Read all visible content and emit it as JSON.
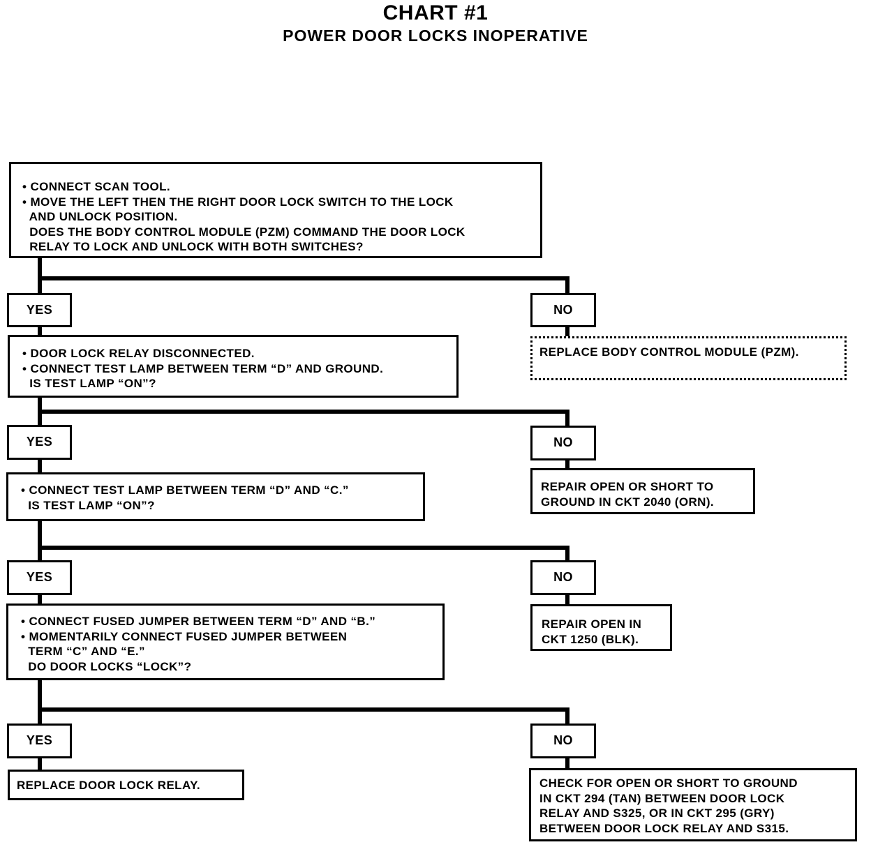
{
  "title": "CHART #1",
  "subtitle": "POWER DOOR LOCKS INOPERATIVE",
  "boxes": {
    "step1": {
      "lines": [
        "• CONNECT SCAN TOOL.",
        "• MOVE THE LEFT THEN THE RIGHT DOOR LOCK SWITCH TO THE LOCK",
        "  AND UNLOCK POSITION.",
        "  DOES THE BODY CONTROL MODULE (PZM) COMMAND THE DOOR LOCK",
        "  RELAY TO LOCK AND UNLOCK WITH BOTH SWITCHES?"
      ]
    },
    "yes1": "YES",
    "no1": "NO",
    "step2": {
      "lines": [
        "• DOOR LOCK RELAY DISCONNECTED.",
        "• CONNECT TEST LAMP BETWEEN TERM “D” AND GROUND.",
        "  IS TEST LAMP “ON”?"
      ]
    },
    "result_no1": {
      "lines": [
        "REPLACE BODY CONTROL MODULE (PZM)."
      ]
    },
    "yes2": "YES",
    "no2": "NO",
    "step3": {
      "lines": [
        "• CONNECT TEST LAMP BETWEEN TERM “D” AND “C.”",
        "  IS TEST LAMP “ON”?"
      ]
    },
    "result_no2": {
      "lines": [
        "REPAIR OPEN OR SHORT TO",
        "GROUND IN CKT 2040 (ORN)."
      ]
    },
    "yes3": "YES",
    "no3": "NO",
    "step4": {
      "lines": [
        "• CONNECT FUSED JUMPER BETWEEN TERM “D” AND “B.”",
        "• MOMENTARILY CONNECT FUSED JUMPER BETWEEN",
        "  TERM “C” AND “E.”",
        "  DO DOOR LOCKS “LOCK”?"
      ]
    },
    "result_no3": {
      "lines": [
        "REPAIR OPEN IN",
        "CKT 1250 (BLK)."
      ]
    },
    "yes4": "YES",
    "no4": "NO",
    "result_yes4": {
      "lines": [
        "REPLACE DOOR LOCK RELAY."
      ]
    },
    "result_no4": {
      "lines": [
        "CHECK FOR OPEN OR SHORT TO GROUND",
        "IN CKT 294 (TAN) BETWEEN DOOR LOCK",
        "RELAY AND S325, OR IN CKT 295 (GRY)",
        "BETWEEN DOOR LOCK RELAY AND S315."
      ]
    }
  }
}
